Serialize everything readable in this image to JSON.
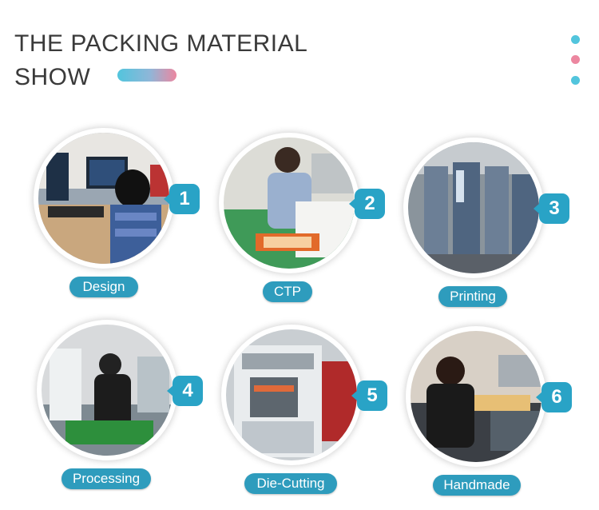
{
  "header": {
    "title_line1": "THE PACKING MATERIAL",
    "title_line2": "SHOW",
    "accent_gradient": [
      "#52c5dd",
      "#ec87a0"
    ],
    "dot_colors": [
      "#52c5dd",
      "#ec87a0",
      "#52c5dd"
    ]
  },
  "steps": [
    {
      "number": "1",
      "label": "Design",
      "photo": "design-office-photo"
    },
    {
      "number": "2",
      "label": "CTP",
      "photo": "ctp-worker-photo"
    },
    {
      "number": "3",
      "label": "Printing",
      "photo": "printing-press-photo"
    },
    {
      "number": "4",
      "label": "Processing",
      "photo": "processing-worker-photo"
    },
    {
      "number": "5",
      "label": "Die-Cutting",
      "photo": "die-cutting-machine-photo"
    },
    {
      "number": "6",
      "label": "Handmade",
      "photo": "handmade-assembly-photo"
    }
  ],
  "colors": {
    "badge": "#29a3c6",
    "label_pill": "#2e9cbd",
    "title_text": "#3a3a3a"
  }
}
